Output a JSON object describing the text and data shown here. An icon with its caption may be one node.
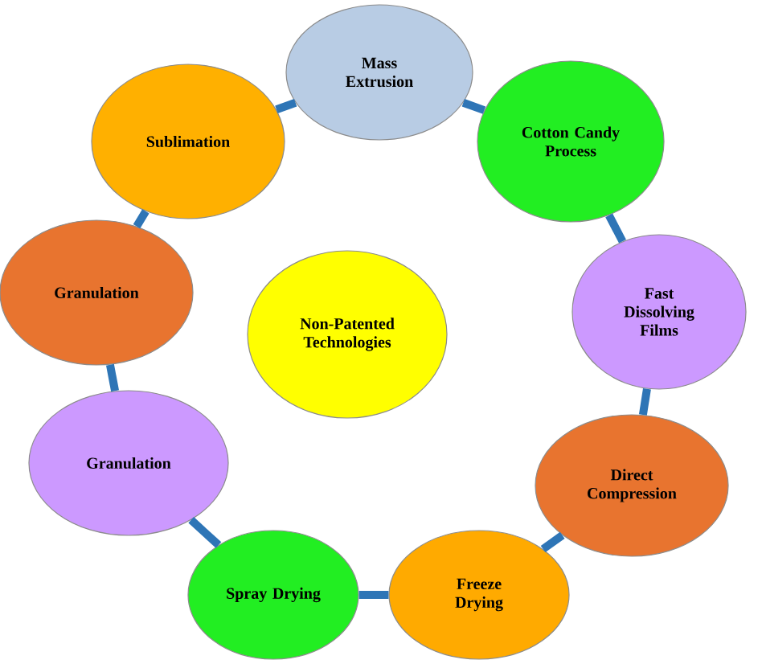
{
  "diagram": {
    "nodes": [
      {
        "text": [
          "Non-Patented Technologies"
        ]
      },
      {
        "text": [
          "Mass Extrusion"
        ]
      },
      {
        "text": [
          "Cotton Candy Process"
        ]
      },
      {
        "text": [
          "Fast Dissolving Films"
        ]
      },
      {
        "text": [
          "Direct Compression"
        ]
      },
      {
        "text": [
          "Freeze Drying"
        ]
      },
      {
        "text": [
          "Spray Drying"
        ]
      },
      {
        "text": [
          "Granulation"
        ]
      },
      {
        "text": [
          "Granulation"
        ]
      },
      {
        "text": [
          "Sublimation"
        ]
      }
    ],
    "edges": [
      {
        "from": 9,
        "to": 1,
        "arrow": "none"
      },
      {
        "from": 1,
        "to": 2,
        "arrow": "none"
      },
      {
        "from": 2,
        "to": 3,
        "arrow": "none"
      },
      {
        "from": 3,
        "to": 4,
        "arrow": "none"
      },
      {
        "from": 4,
        "to": 5,
        "arrow": "none"
      },
      {
        "from": 5,
        "to": 6,
        "arrow": "none"
      },
      {
        "from": 6,
        "to": 7,
        "arrow": "none"
      },
      {
        "from": 7,
        "to": 8,
        "arrow": "none"
      },
      {
        "from": 8,
        "to": 9,
        "arrow": "none"
      }
    ]
  }
}
